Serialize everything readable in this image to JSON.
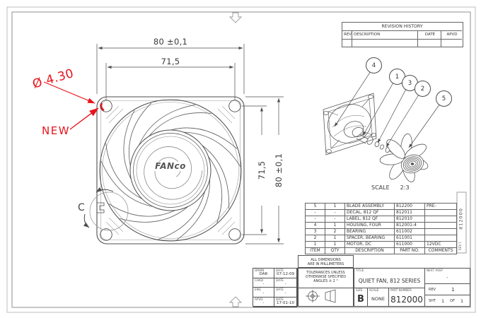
{
  "colors": {
    "annotation_red": "#e8141c",
    "line_gray": "#4d4d4d"
  },
  "revision_history": {
    "title": "REVISION HISTORY",
    "col_rev": "REV",
    "col_description": "DESCRIPTION",
    "col_date": "DATE",
    "col_apvd": "APVD"
  },
  "front_view": {
    "dim_width_outer": "80 ±0,1",
    "dim_width_holes": "71,5",
    "dim_height_outer": "80 ±0,1",
    "dim_height_holes": "71,5",
    "hole_diameter_callout": "Ø 4.30",
    "new_flag": "NEW",
    "detail_label": "C",
    "hub_logo": "FANco"
  },
  "exploded_view": {
    "balloons": [
      "4",
      "1",
      "3",
      "2",
      "5"
    ],
    "scale_label": "SCALE",
    "scale_value": "2:3"
  },
  "bom": {
    "header": {
      "item": "ITEM",
      "qty": "QTY",
      "description": "DESCRIPTION",
      "part_no": "PART NO.",
      "comments": "COMMENTS"
    },
    "rows": [
      {
        "item": "5",
        "qty": "1",
        "description": "BLADE ASSEMBLY",
        "part_no": "812200",
        "comments": "PRE-BALANCE"
      },
      {
        "item": "-",
        "qty": "-",
        "description": "DECAL, 812 QF",
        "part_no": "812011",
        "comments": ""
      },
      {
        "item": "-",
        "qty": "-",
        "description": "LABEL, 812 QF",
        "part_no": "812010",
        "comments": ""
      },
      {
        "item": "4",
        "qty": "1",
        "description": "HOUSING, FOUR SPOKE",
        "part_no": "812001-4",
        "comments": ""
      },
      {
        "item": "3",
        "qty": "2",
        "description": "BEARING",
        "part_no": "611002",
        "comments": ""
      },
      {
        "item": "2",
        "qty": "1",
        "description": "SPACER, BEARING",
        "part_no": "611001",
        "comments": ""
      },
      {
        "item": "1",
        "qty": "1",
        "description": "MOTOR, DC BRUSHLESS",
        "part_no": "611000",
        "comments": "12VDC"
      }
    ]
  },
  "title_block": {
    "units_note_1": "ALL DIMENSIONS",
    "units_note_2": "ARE IN MILLIMETERS",
    "tol_1": "TOLERANCES UNLESS",
    "tol_2": "OTHERWISE SPECIFIED",
    "tol_3": "ANGLES ±  2 °",
    "signoff": [
      {
        "role": "DRWN",
        "value": "DAR",
        "date_label": "DATE",
        "date": "07-12-09"
      },
      {
        "role": "CHKD",
        "value": "-",
        "date_label": "DATE",
        "date": "-"
      },
      {
        "role": "ENG",
        "value": "-",
        "date_label": "DATE",
        "date": "-"
      },
      {
        "role": "APVD",
        "value": "-",
        "date_label": "DATE",
        "date": "17-01-10"
      }
    ],
    "title_label": "TITLE",
    "title": "QUIET FAN, 812 SERIES",
    "size_label": "SIZE",
    "size": "B",
    "scale_label": "SCALE",
    "scale": "NONE",
    "part_number_label": "PART NUMBER",
    "part_number": "812000",
    "next_assy_label": "NEXT ASSY",
    "next_assy": "-",
    "rev_label": "REV",
    "rev": "1",
    "sheet_label": "SHT",
    "sheet_no": "1",
    "of_label": "OF",
    "sheet_total": "1"
  },
  "margin_tab": {
    "drawing_number": "812000",
    "rev": "REV 1"
  }
}
